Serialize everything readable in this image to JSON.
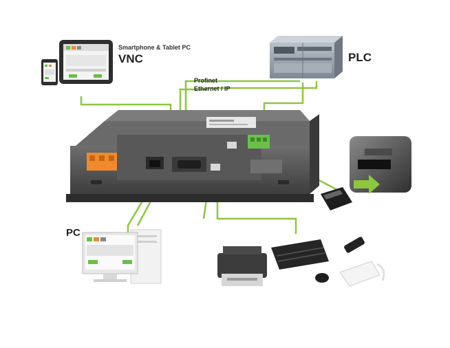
{
  "labels": {
    "smartphone_tablet": "Smartphone & Tablet PC",
    "vnc": "VNC",
    "plc": "PLC",
    "profinet": "Profinet",
    "ethernet_ip": "Ethernet / IP",
    "pc": "PC"
  },
  "colors": {
    "connector_line": "#8dc63f",
    "panel_body": "#5a5a5a",
    "panel_dark": "#3c3c3c",
    "plc_body": "#9aa3ad",
    "terminal_orange": "#f08a2c",
    "terminal_green": "#6abf4b"
  },
  "devices": [
    {
      "name": "tablet-and-phone",
      "icon": "tablet-icon"
    },
    {
      "name": "plc",
      "icon": "plc-icon"
    },
    {
      "name": "hmi-panel-rear",
      "icon": "hmi-panel-icon"
    },
    {
      "name": "sd-card-slot",
      "icon": "sd-card-icon"
    },
    {
      "name": "pc",
      "icon": "desktop-pc-icon"
    },
    {
      "name": "usb-peripherals",
      "icon": "printer-keyboard-mouse-icon"
    }
  ]
}
